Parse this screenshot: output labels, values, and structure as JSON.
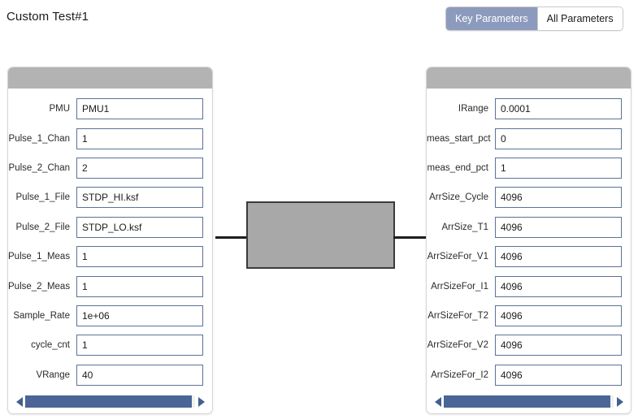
{
  "header": {
    "title": "Custom Test#1",
    "toggle": {
      "options": [
        {
          "label": "Key Parameters",
          "selected": true
        },
        {
          "label": "All Parameters",
          "selected": false
        }
      ],
      "selected_color": "#8c9bbd"
    }
  },
  "schematic": {
    "device_fill": "#a8a8a8",
    "device_border": "#3a3a3a",
    "wire_color": "#1d1d1d"
  },
  "panels": {
    "left": {
      "header_color": "#b3b3b3",
      "rows": [
        {
          "label": "PMU",
          "value": "PMU1"
        },
        {
          "label": "Pulse_1_Chan",
          "value": "1"
        },
        {
          "label": "Pulse_2_Chan",
          "value": "2"
        },
        {
          "label": "Pulse_1_File",
          "value": "STDP_HI.ksf"
        },
        {
          "label": "Pulse_2_File",
          "value": "STDP_LO.ksf"
        },
        {
          "label": "Pulse_1_Meas",
          "value": "1"
        },
        {
          "label": "Pulse_2_Meas",
          "value": "1"
        },
        {
          "label": "Sample_Rate",
          "value": "1e+06"
        },
        {
          "label": "cycle_cnt",
          "value": "1"
        },
        {
          "label": "VRange",
          "value": "40"
        }
      ],
      "scrollbar": {
        "left_arrow": "◀",
        "right_arrow": "▶",
        "thumb_color": "#4a6596"
      }
    },
    "right": {
      "header_color": "#b3b3b3",
      "rows": [
        {
          "label": "IRange",
          "value": "0.0001"
        },
        {
          "label": "meas_start_pct",
          "value": "0"
        },
        {
          "label": "meas_end_pct",
          "value": "1"
        },
        {
          "label": "ArrSize_Cycle",
          "value": "4096"
        },
        {
          "label": "ArrSize_T1",
          "value": "4096"
        },
        {
          "label": "ArrSizeFor_V1",
          "value": "4096"
        },
        {
          "label": "ArrSizeFor_I1",
          "value": "4096"
        },
        {
          "label": "ArrSizeFor_T2",
          "value": "4096"
        },
        {
          "label": "ArrSizeFor_V2",
          "value": "4096"
        },
        {
          "label": "ArrSizeFor_I2",
          "value": "4096"
        }
      ],
      "scrollbar": {
        "left_arrow": "◀",
        "right_arrow": "▶",
        "thumb_color": "#4a6596"
      }
    }
  }
}
